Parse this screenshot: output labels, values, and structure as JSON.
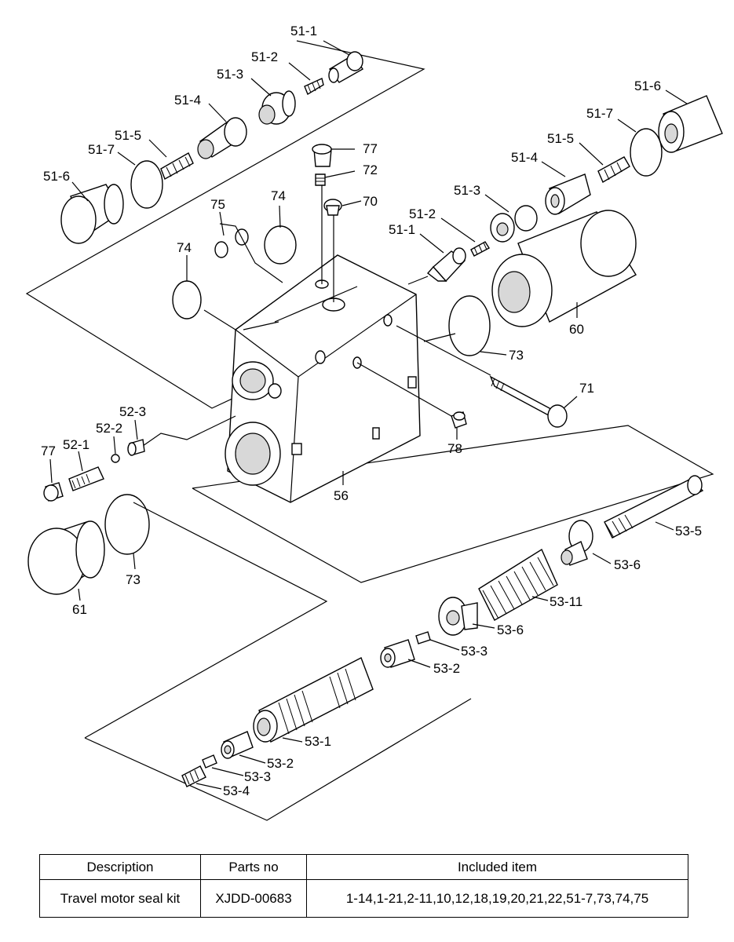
{
  "callouts": {
    "c51_1a": "51-1",
    "c51_2a": "51-2",
    "c51_3a": "51-3",
    "c51_4a": "51-4",
    "c51_5a": "51-5",
    "c51_7a": "51-7",
    "c51_6a": "51-6",
    "c51_6b": "51-6",
    "c51_7b": "51-7",
    "c51_5b": "51-5",
    "c51_4b": "51-4",
    "c51_3b": "51-3",
    "c51_2b": "51-2",
    "c51_1b": "51-1",
    "c77a": "77",
    "c72": "72",
    "c70": "70",
    "c74a": "74",
    "c75": "75",
    "c74b": "74",
    "c60": "60",
    "c73a": "73",
    "c71": "71",
    "c78": "78",
    "c56": "56",
    "c52_3": "52-3",
    "c52_2": "52-2",
    "c52_1": "52-1",
    "c77b": "77",
    "c73b": "73",
    "c61": "61",
    "c53_5": "53-5",
    "c53_6a": "53-6",
    "c53_11": "53-11",
    "c53_6b": "53-6",
    "c53_3a": "53-3",
    "c53_2a": "53-2",
    "c53_1": "53-1",
    "c53_2b": "53-2",
    "c53_3b": "53-3",
    "c53_4": "53-4"
  },
  "table": {
    "headers": [
      "Description",
      "Parts no",
      "Included item"
    ],
    "row": [
      "Travel motor seal kit",
      "XJDD-00683",
      "1-14,1-21,2-11,10,12,18,19,20,21,22,51-7,73,74,75"
    ]
  }
}
